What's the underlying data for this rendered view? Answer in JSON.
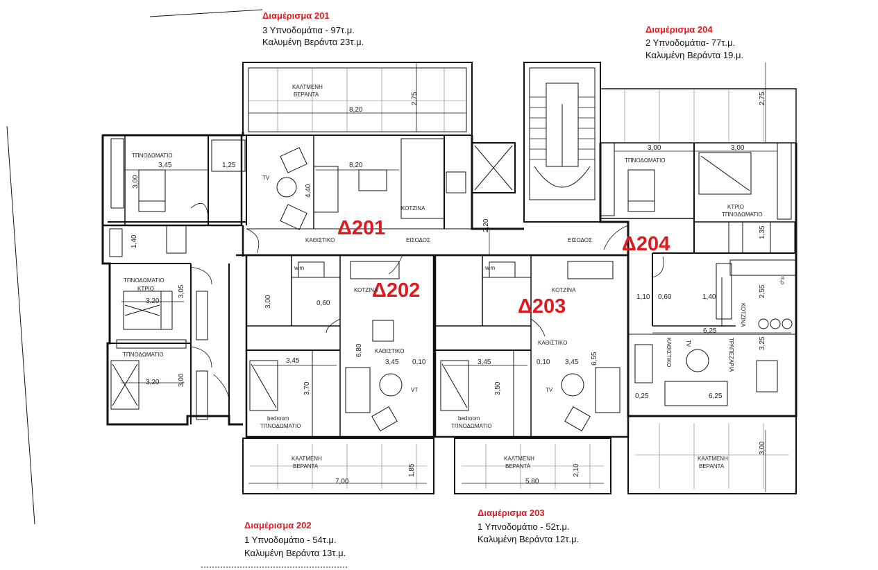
{
  "apartments": [
    {
      "title": "Διαμέρισμα 201",
      "line1": "3 Υπνοδομάτια - 97τ.μ.",
      "line2": "Καλυμένη Βεράντα 23τ.μ.",
      "badge": "Δ201"
    },
    {
      "title": "Διαμέρισμα 202",
      "line1": "1 Υπνοδομάτιο - 54τ.μ.",
      "line2": "Καλυμένη Βεράντα 13τ.μ.",
      "badge": "Δ202"
    },
    {
      "title": "Διαμέρισμα 203",
      "line1": "1 Υπνοδομάτιο - 52τ.μ.",
      "line2": "Καλυμένη Βεράντα 12τ.μ.",
      "badge": "Δ203"
    },
    {
      "title": "Διαμέρισμα 204",
      "line1": "2 Υπνοδομάτια- 77τ.μ.",
      "line2": "Καλυμένη Βεράντα 19.μ.",
      "badge": "Δ204"
    }
  ],
  "rooms": {
    "veranda_line1": "ΚΑΛΤΜΕΝΗ",
    "veranda_line2": "ΒΕΡΑΝΤΑ",
    "bedroom": "ΤΠΝΟΔΩΜΑΤΙΟ",
    "master_line1": "ΚΤΡΙΟ",
    "master_line2": "ΤΠΝΟΔΩΜΑΤΙΟ",
    "living": "ΚΑΘΙΣΤΙΚΟ",
    "kitchen": "ΚΟΤΖΙΝΑ",
    "entrance": "ΕΙΣΟΔΟΣ",
    "bedroom_en": "bedroom",
    "dining": "ΤΡΑΠΕΖΑΡΙΑ",
    "tv": "TV",
    "vt": "VT",
    "wm": "w.m",
    "pr": "π.ρ"
  },
  "dims": {
    "d_275": "2,75",
    "d_820": "8,20",
    "d_345": "3,45",
    "d_125": "1,25",
    "d_300": "3,00",
    "d_440": "4,40",
    "d_140": "1,40",
    "d_320": "3,20",
    "d_305": "3,05",
    "d_220": "2,20",
    "d_060": "0,60",
    "d_680": "6,80",
    "d_010": "0,10",
    "d_370": "3,70",
    "d_350": "3,50",
    "d_655": "6,55",
    "d_110": "1,10",
    "d_066": "0,60",
    "d_135": "1,35",
    "d_255": "2,55",
    "d_625": "6,25",
    "d_325": "3,25",
    "d_025": "0,25",
    "d_700": "7,00",
    "d_185": "1,85",
    "d_580": "5,80",
    "d_210": "2,10"
  }
}
